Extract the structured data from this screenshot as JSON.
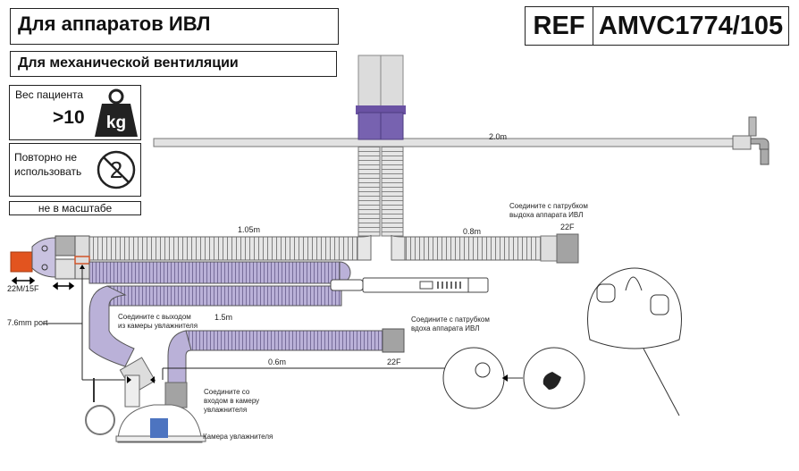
{
  "header": {
    "title": "Для аппаратов ИВЛ",
    "subtitle": "Для механической вентиляции",
    "ref_label": "REF",
    "ref_code": "AMVC1774/105"
  },
  "symbols": {
    "weight_label": "Вес пациента",
    "weight_value": ">10",
    "weight_unit": "kg",
    "reuse_label": "Повторно не использовать",
    "reuse_icon_digit": "2",
    "scale_note": "не в масштабе"
  },
  "labels": {
    "tube_top_length": "2.0m",
    "tube_expiratory_length": "1.05m",
    "tube_right_length": "0.8m",
    "expiratory_connect": "Соедините с патрубком\nвыдоха аппарата ИВЛ",
    "expiratory_size": "22F",
    "patient_connector_size": "22M/15F",
    "port_label": "7.6mm port",
    "humidifier_outlet_connect": "Соедините с выходом\nиз камеры увлажнителя",
    "tube_inspiratory_length": "1.5m",
    "tube_short_length": "0.6m",
    "inspiratory_size": "22F",
    "inspiratory_connect": "Соедините с патрубком\nвдоха аппарата ИВЛ",
    "humidifier_inlet_connect": "Соедините со\nвходом в камеру\nувлажнителя",
    "humidifier_chamber": "Камера увлажнителя"
  },
  "colors": {
    "tube_gray": "#e2e2e2",
    "tube_purple": "#b9b0d6",
    "cuff_purple": "#6a52a3",
    "connector_orange": "#e2541f",
    "connector_gray": "#a8a8a8",
    "water_blue": "#4d74c0"
  }
}
